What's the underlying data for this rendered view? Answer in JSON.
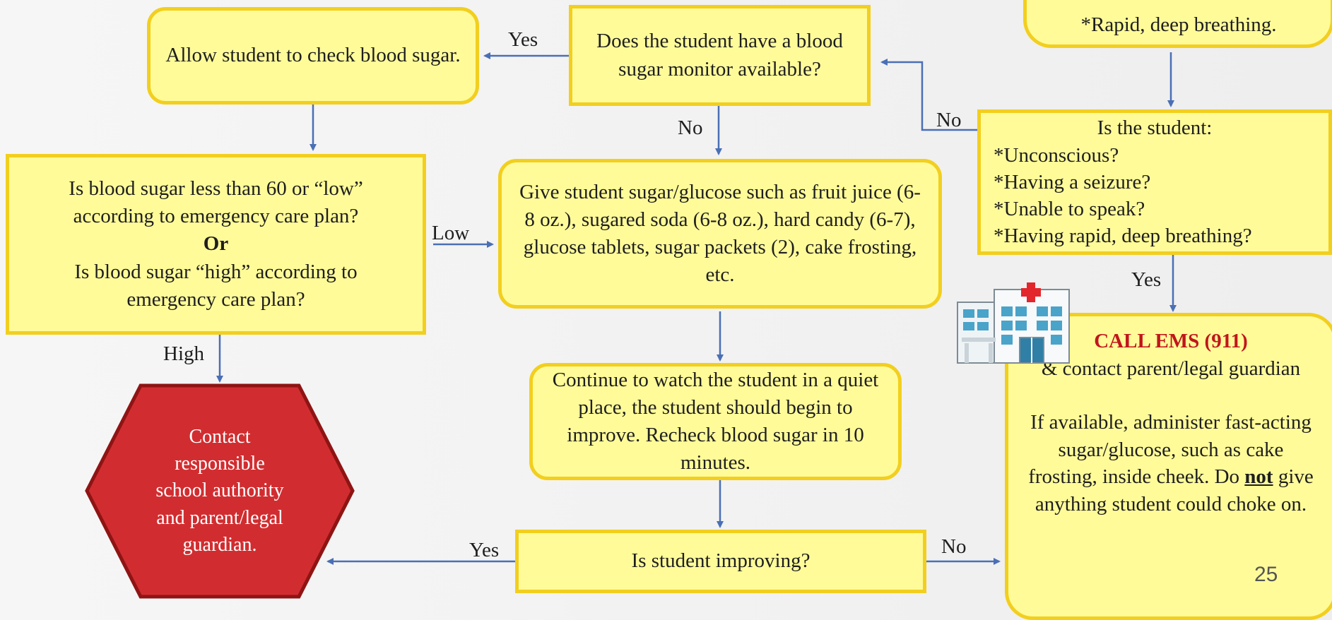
{
  "boxes": {
    "allow_check": "Allow student to check blood sugar.",
    "has_monitor": "Does the student have a blood sugar monitor available?",
    "top_right_tail": "*Rapid, deep breathing.",
    "is_student": {
      "line1": "Is the student:",
      "line2": "*Unconscious?",
      "line3": "*Having a seizure?",
      "line4": "*Unable to speak?",
      "line5": "*Having rapid, deep breathing?"
    },
    "bs_question": {
      "line1": "Is blood sugar less than 60 or “low” according to emergency care plan?",
      "line2": "Or",
      "line3": "Is blood sugar “high” according to emergency care plan?"
    },
    "give_sugar": "Give student sugar/glucose such as fruit juice (6-8 oz.), sugared soda (6-8 oz.), hard candy (6-7), glucose tablets, sugar packets (2), cake frosting, etc.",
    "continue_watch": "Continue to watch the student in a quiet place, the student should begin to improve.  Recheck blood sugar in 10 minutes.",
    "improving": "Is student improving?",
    "contact_authority": "Contact responsible school authority and parent/legal guardian.",
    "ems": {
      "title": "CALL EMS (911)",
      "line2": "& contact parent/legal guardian",
      "line3a": "If available, administer fast-acting sugar/glucose, such as cake frosting, inside cheek. Do ",
      "line3b": "not",
      "line3c": " give anything student could choke on."
    }
  },
  "labels": {
    "yes_top": "Yes",
    "no_monitor": "No",
    "no_right": "No",
    "yes_right": "Yes",
    "low": "Low",
    "high": "High",
    "yes_bottom": "Yes",
    "no_bottom": "No"
  },
  "page_number": "25",
  "colors": {
    "box_fill": "#fffb99",
    "box_border": "#f2cf1f",
    "arrow": "#4a6fb5",
    "hex_fill": "#d12d30",
    "ems_title": "#c0161b"
  },
  "icons": {
    "hospital": "hospital-icon"
  }
}
